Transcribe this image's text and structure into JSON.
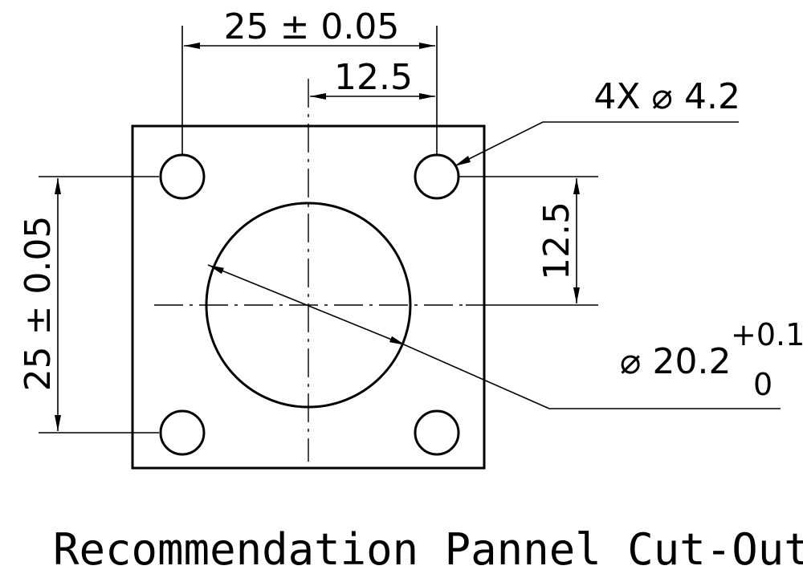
{
  "drawing": {
    "caption": "Recommendation Pannel Cut-Out",
    "hole_spacing_horizontal": "25 ± 0.05",
    "hole_spacing_vertical": "25 ± 0.05",
    "half_spacing_horizontal": "12.5",
    "half_spacing_vertical": "12.5",
    "hole_callout": "4X ⌀ 4.2",
    "center_bore": {
      "diameter": "⌀ 20.2",
      "tolerance_upper": "+0.1",
      "tolerance_lower": "0"
    }
  }
}
